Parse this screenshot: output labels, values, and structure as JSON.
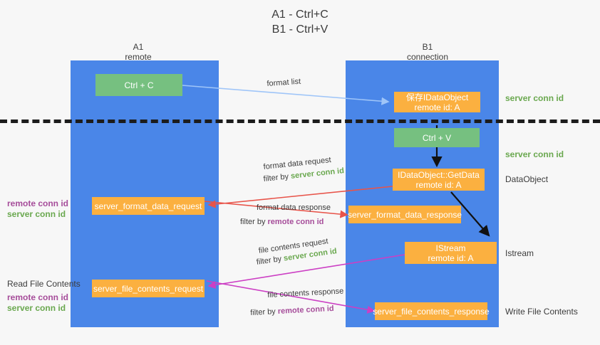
{
  "diagram": {
    "title_lines": [
      "A1 - Ctrl+C",
      "B1 - Ctrl+V"
    ],
    "columns": [
      {
        "id": "A1",
        "name": "A1",
        "role": "remote"
      },
      {
        "id": "B1",
        "name": "B1",
        "role": "connection"
      }
    ],
    "colors": {
      "lane": "#4a86e8",
      "green_box": "#76c080",
      "orange_box": "#fbb040",
      "server_conn": "#6aa84f",
      "remote_conn": "#a64d9a",
      "arrow_format_list": "#9fc5f8",
      "arrow_format_data": "#e8544a",
      "arrow_file_contents": "#cc3fc4",
      "arrow_black": "#000000",
      "divider": "#1c1c1c",
      "background": "#f7f7f7"
    },
    "nodes": {
      "ctrl_c": "Ctrl + C",
      "ctrl_v": "Ctrl + V",
      "save_idataobject": "保存IDataObject\nremote id: A",
      "getdata": "IDataObject::GetData\nremote id: A",
      "istream": "IStream\nremote id: A",
      "server_format_data_request": "server_format_data_request",
      "server_format_data_response": "server_format_data_response",
      "server_file_contents_request": "server_file_contents_request",
      "server_file_contents_response": "server_file_contents_response"
    },
    "right_labels": {
      "server_conn_id_top": "server conn id",
      "server_conn_id_mid": "server conn id",
      "dataobject": "DataObject",
      "istream": "Istream",
      "write_file_contents": "Write File Contents"
    },
    "left_labels": {
      "remote_conn_id_mid": "remote conn id",
      "server_conn_id_mid": "server conn id",
      "read_file_contents": "Read File Contents",
      "remote_conn_id_bottom": "remote conn id",
      "server_conn_id_bottom": "server conn id"
    },
    "edges": [
      {
        "id": "format-list",
        "caption": "format list",
        "filter_prefix": "",
        "filter_target": "",
        "color": "#9fc5f8"
      },
      {
        "id": "format-data-request",
        "caption": "format data request",
        "filter_prefix": "filter by ",
        "filter_target": "server conn id",
        "color": "#e8544a"
      },
      {
        "id": "format-data-response",
        "caption": "format data response",
        "filter_prefix": "filter by ",
        "filter_target": "remote conn id",
        "color": "#e8544a"
      },
      {
        "id": "file-contents-request",
        "caption": "file contents request",
        "filter_prefix": "filter by ",
        "filter_target": "server conn id",
        "color": "#cc3fc4"
      },
      {
        "id": "file-contents-response",
        "caption": "file contents response",
        "filter_prefix": "filter by ",
        "filter_target": "remote conn id",
        "color": "#cc3fc4"
      }
    ]
  }
}
